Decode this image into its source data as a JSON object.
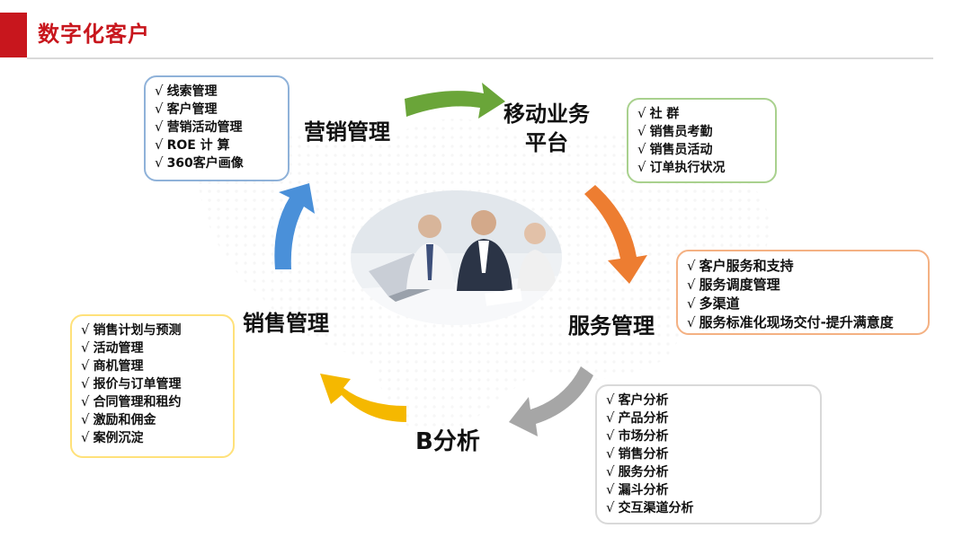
{
  "page": {
    "title": "数字化客户"
  },
  "nodes": {
    "marketing": "营销管理",
    "mobile_line1": "移动业务",
    "mobile_line2": "平台",
    "service": "服务管理",
    "analysis": "B分析",
    "sales": "销售管理"
  },
  "check_mark": "√",
  "lists": {
    "marketing": [
      "线索管理",
      "客户管理",
      "营销活动管理",
      "ROE  计 算",
      "360客户画像"
    ],
    "mobile": [
      "社 群",
      "销售员考勤",
      "销售员活动",
      "订单执行状况"
    ],
    "service": [
      "客户服务和支持",
      "服务调度管理",
      "多渠道",
      "服务标准化现场交付-提升满意度"
    ],
    "sales": [
      "销售计划与预测",
      "活动管理",
      "商机管理",
      "报价与订单管理",
      "合同管理和租约",
      "激励和佣金",
      "案例沉淀"
    ],
    "analysis": [
      "客户分析",
      "产品分析",
      "市场分析",
      "销售分析",
      "服务分析",
      "漏斗分析",
      "交互渠道分析"
    ]
  },
  "colors": {
    "brand_red": "#c8161d",
    "green_arrow": "#6aa539",
    "orange_arrow": "#ed7d31",
    "gray_arrow": "#a6a6a6",
    "yellow_arrow": "#f5b800",
    "blue_arrow": "#4a90d9"
  }
}
